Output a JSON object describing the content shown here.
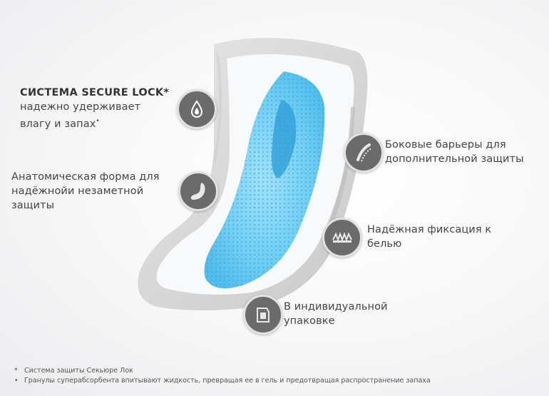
{
  "features": {
    "secure_lock": {
      "title": "СИСТЕМА SECURE LOCK*",
      "line1": "надежно удерживает",
      "line2": "влагу и запах",
      "sup": "•",
      "icon": "drop-icon"
    },
    "anatomic": {
      "line1": "Анатомическая форма для",
      "line2": "надёжнойи незаметной",
      "line3": "защиты",
      "icon": "curved-shape-icon"
    },
    "barriers": {
      "line1": "Боковые барьеры для",
      "line2": "дополнительной защиты",
      "icon": "side-barrier-icon"
    },
    "fixation": {
      "line1": "Надёжная фиксация к",
      "line2": "белью",
      "icon": "fixation-icon"
    },
    "packaging": {
      "line1": "В индивидуальной",
      "line2": "упаковке",
      "icon": "individual-pack-icon"
    }
  },
  "footnotes": [
    {
      "mark": "*",
      "text": "Система защиты Секьюре Лок"
    },
    {
      "mark": "•",
      "text": "Гранулы суперабсорбента впитывают жидкость, превращая ее в гель и предотвращая распространение запаха"
    }
  ],
  "colors": {
    "icon_bg": "#6b6b6b",
    "absorbent_blue": "#5cc4ee",
    "pad_gray": "#d6d6d6"
  }
}
